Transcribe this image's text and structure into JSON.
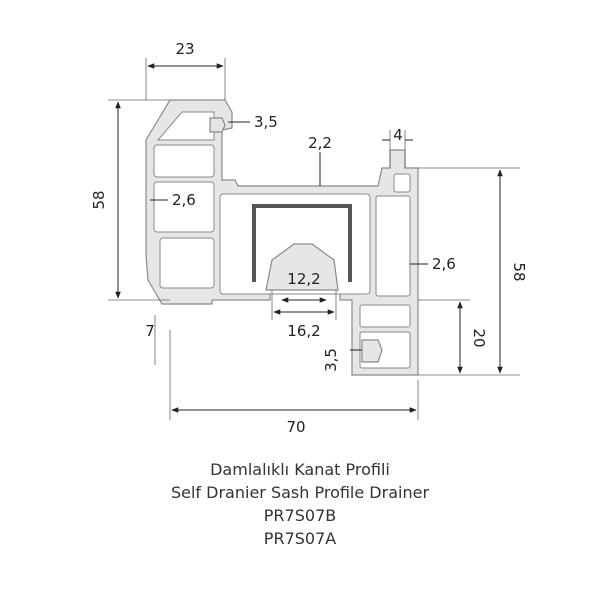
{
  "dimensions": {
    "top_width": "23",
    "lip": "3,5",
    "wall_top": "2,2",
    "gap": "4",
    "height_left": "58",
    "wall_left": "2,6",
    "wall_right": "2,6",
    "inner_channel": "12,2",
    "outer_channel": "16,2",
    "height_right": "58",
    "drain_height": "20",
    "offset": "7",
    "bottom_lip": "3,5",
    "total_width": "70"
  },
  "caption": {
    "line1": "Damlalıklı Kanat Profili",
    "line2": "Self Dranier Sash Profile Drainer",
    "line3": "PR7S07B",
    "line4": "PR7S07A"
  }
}
